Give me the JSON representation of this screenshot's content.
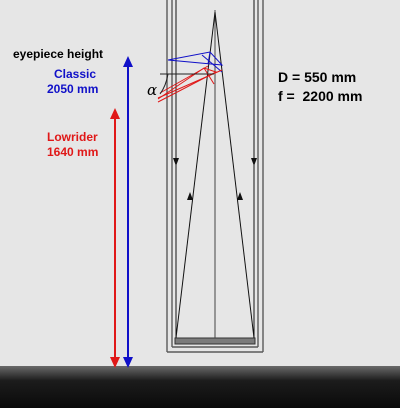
{
  "labels": {
    "eyepiece_height": "eyepiece height",
    "classic_name": "Classic",
    "classic_height": "2050 mm",
    "lowrider_name": "Lowrider",
    "lowrider_height": "1640 mm",
    "angle_symbol": "α",
    "aperture": "D = 550 mm",
    "focal_length": "f =  2200 mm"
  },
  "colors": {
    "background": "#e6e6e6",
    "floor_top": "#6a6a6a",
    "floor_bottom": "#0a0a0a",
    "classic": "#1010c8",
    "lowrider": "#e01818",
    "tube": "#5a5a5a",
    "rays": "#111111",
    "text": "#000000"
  }
}
